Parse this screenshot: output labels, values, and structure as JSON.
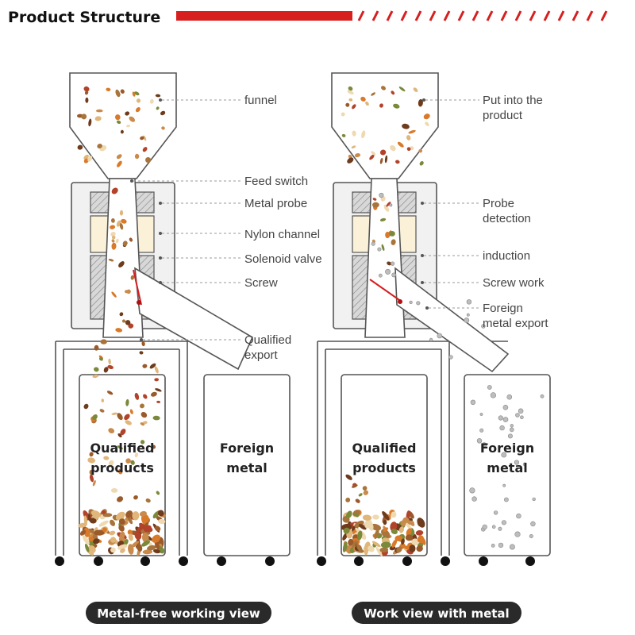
{
  "header": {
    "title": "Product Structure",
    "accent_color": "#d71f1f"
  },
  "views": [
    {
      "caption": "Metal-free working view",
      "callouts": [
        "funnel",
        "Feed switch",
        "Metal probe",
        "Nylon channel",
        "Solenoid valve",
        "Screw",
        "Qualified",
        "export"
      ],
      "bins": {
        "left": [
          "Qualified",
          "products"
        ],
        "right": [
          "Foreign",
          "metal"
        ]
      }
    },
    {
      "caption": "Work view with metal",
      "callouts": [
        "Put into the",
        "product",
        "Probe",
        "detection",
        "induction",
        "Screw work",
        "Foreign",
        "metal export"
      ],
      "bins": {
        "left": [
          "Qualified",
          "products"
        ],
        "right": [
          "Foreign",
          "metal"
        ]
      }
    }
  ],
  "colors": {
    "nylon": "#fbf1d9",
    "probe": "#c9c9c9",
    "caption_pill": "#2a2a2a",
    "nut_brown": "#9b5a2a",
    "metal_particle": "#bdbdbd"
  }
}
